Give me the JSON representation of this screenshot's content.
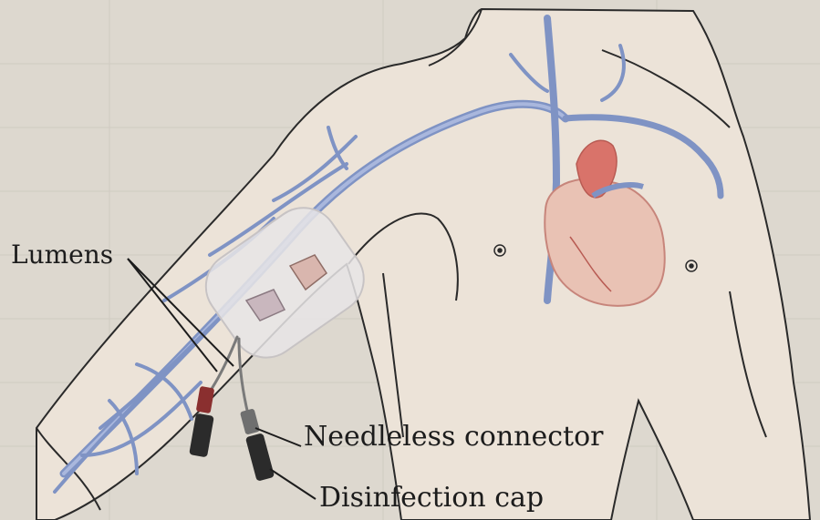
{
  "labels": {
    "lumens": "Lumens",
    "needleless_connector": "Needleless connector",
    "disinfection_cap": "Disinfection cap"
  },
  "colors": {
    "paper": "#ddd8cf",
    "skin": "#ece3d8",
    "outline": "#2a2a2a",
    "vein": "#7f93c4",
    "vein_light": "#a9b7dd",
    "heart": "#e9c2b4",
    "heart_top": "#d9736a",
    "dressing": "#e8e5e6",
    "hub_red": "#8a2f2f",
    "cap_black": "#2b2b2b"
  }
}
